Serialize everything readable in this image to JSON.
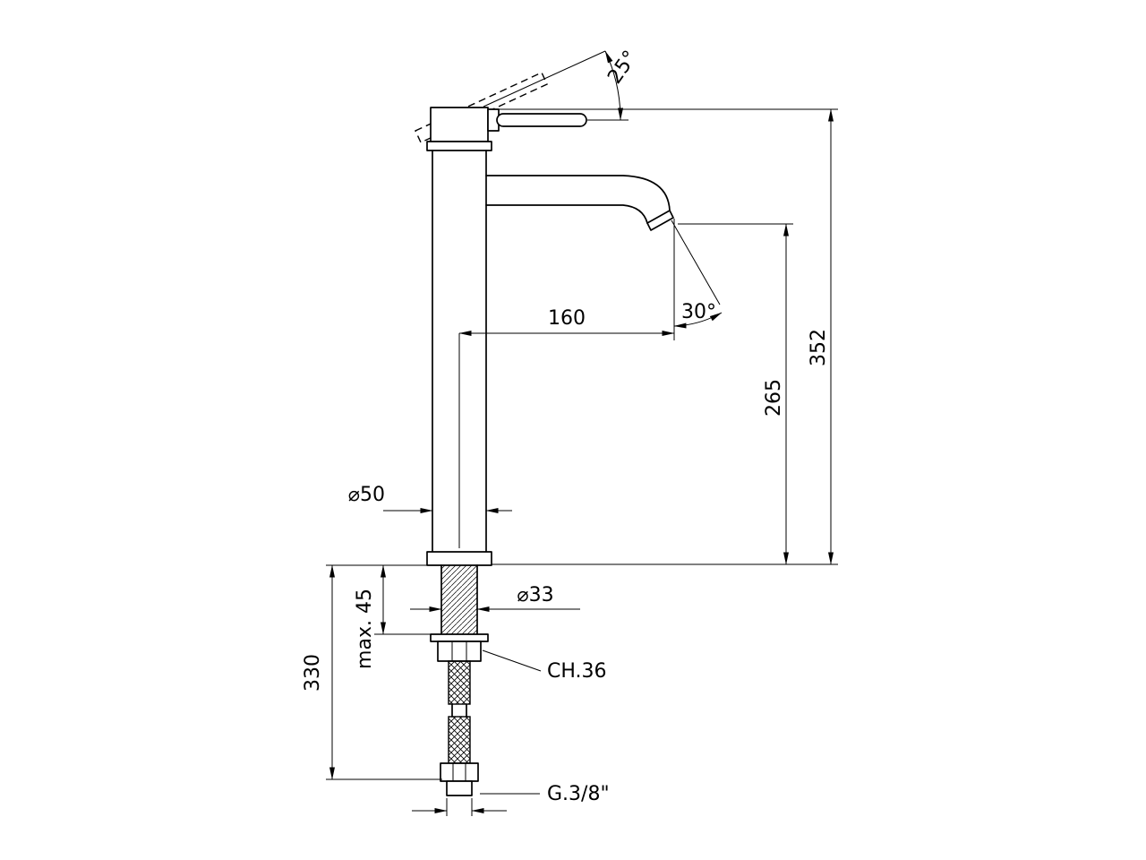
{
  "drawing": {
    "labels": {
      "handle_angle": "25°",
      "spout_reach": "160",
      "spout_angle": "30°",
      "total_height": "352",
      "outlet_height": "265",
      "body_diameter": "⌀50",
      "shank_diameter": "⌀33",
      "max_deck_thickness": "max. 45",
      "hose_length": "330",
      "nut_wrench": "CH.36",
      "hose_thread": "G.3/8\""
    },
    "colors": {
      "line": "#000000",
      "background": "#ffffff"
    }
  }
}
